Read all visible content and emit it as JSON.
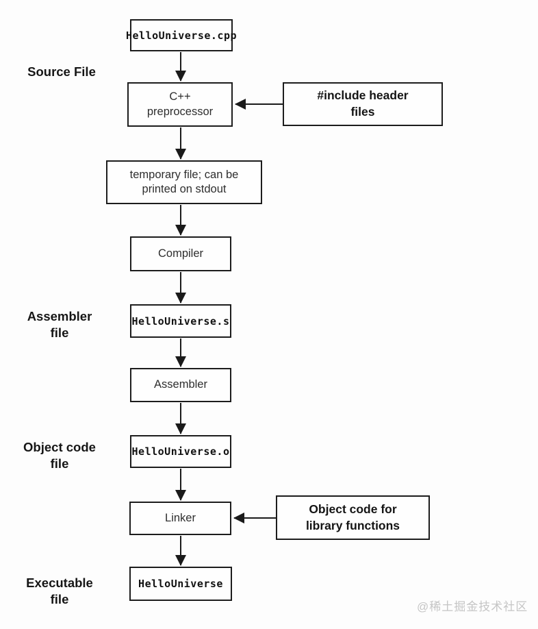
{
  "flowchart": {
    "title_context": "C++ build pipeline flowchart",
    "main_nodes": [
      {
        "id": "source-code-file",
        "kind": "file",
        "label": "HelloUniverse.cpp"
      },
      {
        "id": "preprocessor",
        "kind": "process",
        "label": "C++\npreprocessor"
      },
      {
        "id": "temp-file",
        "kind": "process",
        "label": "temporary file; can be\nprinted on stdout"
      },
      {
        "id": "compiler",
        "kind": "process",
        "label": "Compiler"
      },
      {
        "id": "assembler-file",
        "kind": "file",
        "label": "HelloUniverse.s"
      },
      {
        "id": "assembler",
        "kind": "process",
        "label": "Assembler"
      },
      {
        "id": "object-file",
        "kind": "file",
        "label": "HelloUniverse.o"
      },
      {
        "id": "linker",
        "kind": "process",
        "label": "Linker"
      },
      {
        "id": "executable",
        "kind": "file",
        "label": "HelloUniverse"
      }
    ],
    "input_nodes": [
      {
        "id": "include-headers",
        "label": "#include header\nfiles",
        "feeds": "preprocessor"
      },
      {
        "id": "library-objects",
        "label": "Object code for\nlibrary functions",
        "feeds": "linker"
      }
    ],
    "side_labels": [
      {
        "id": "source-file",
        "text": "Source File"
      },
      {
        "id": "assembler-file",
        "text": "Assembler\nfile"
      },
      {
        "id": "object-code-file",
        "text": "Object code\nfile"
      },
      {
        "id": "executable-file",
        "text": "Executable\nfile"
      }
    ],
    "watermark": "@稀土掘金技术社区",
    "colors": {
      "line": "#1a1a1a",
      "box_border": "#1c1c1c",
      "background": "#fdfdfd",
      "watermark": "#c5c5c5"
    }
  }
}
